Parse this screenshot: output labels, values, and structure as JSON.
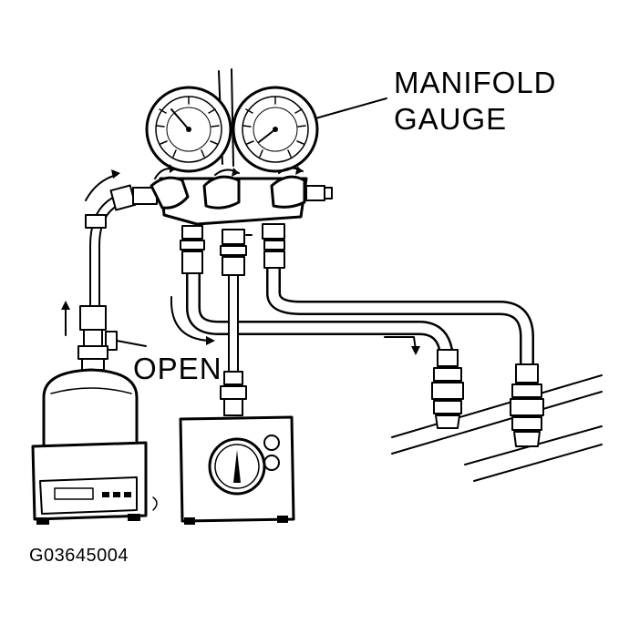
{
  "labels": {
    "manifold_line1": "MANIFOLD",
    "manifold_line2": "GAUGE",
    "open": "OPEN",
    "figure_id": "G03645004"
  },
  "colors": {
    "ink": "#000000",
    "paper": "#ffffff"
  },
  "icons": {
    "manifold": "manifold-gauge-set",
    "cylinder": "refrigerant-cylinder",
    "scale": "charging-scale",
    "pump": "vacuum-pump"
  }
}
